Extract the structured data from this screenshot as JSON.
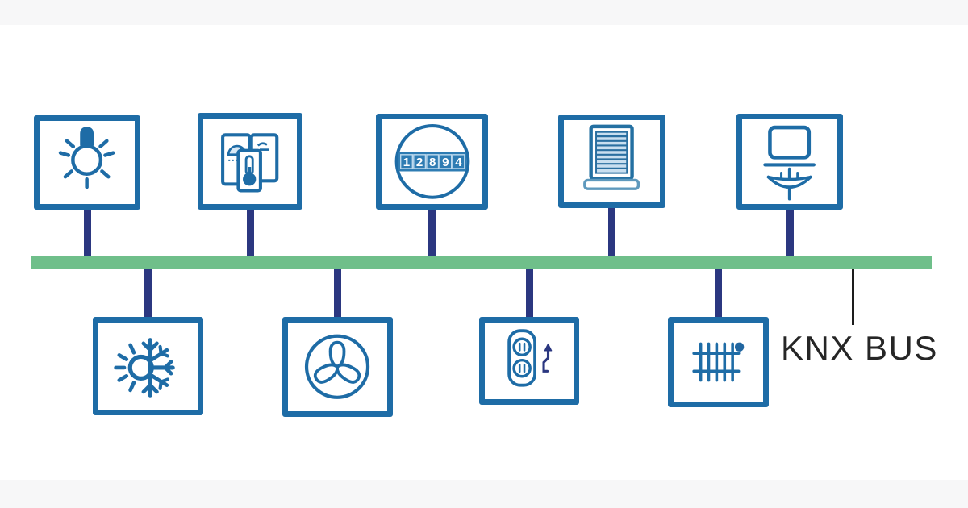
{
  "bus": {
    "label": "KNX BUS",
    "color": "#6fbf8a",
    "connector_color": "#2b3780",
    "pointer_line_color": "#1d1d1d",
    "label_color": "#262626"
  },
  "palette": {
    "box_border": "#1e6ca6",
    "icon_stroke": "#1e6ca6",
    "background": "#ffffff",
    "letterbox": "#f7f7f8",
    "meter_band": "#2e7cb3",
    "blind_fill": "#c9dff0"
  },
  "meter": {
    "reading": "12894",
    "digits": [
      "1",
      "2",
      "8",
      "9",
      "4"
    ]
  },
  "devices": {
    "top_row": [
      {
        "name": "lighting",
        "icon": "lightbulb-icon"
      },
      {
        "name": "room-thermostat",
        "icon": "thermostat-icon"
      },
      {
        "name": "energy-meter",
        "icon": "meter-icon"
      },
      {
        "name": "blinds-shutter",
        "icon": "blinds-icon"
      },
      {
        "name": "display-panel",
        "icon": "monitor-dish-icon"
      }
    ],
    "bottom_row": [
      {
        "name": "heating-cooling",
        "icon": "sun-snowflake-icon"
      },
      {
        "name": "ventilation",
        "icon": "fan-icon"
      },
      {
        "name": "power-socket",
        "icon": "socket-arrow-icon"
      },
      {
        "name": "radiator",
        "icon": "radiator-icon"
      }
    ]
  }
}
